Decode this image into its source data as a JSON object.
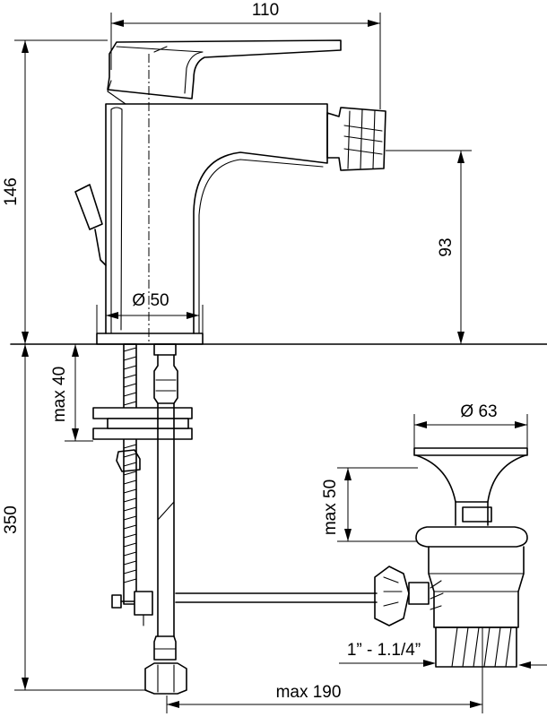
{
  "dimensions": {
    "width_110": "110",
    "height_146": "146",
    "height_93": "93",
    "diameter_50": "Ø 50",
    "max_40": "max 40",
    "height_350": "350",
    "diameter_63": "Ø 63",
    "max_50": "max 50",
    "thread": "1” - 1.1/4”",
    "max_190": "max 190"
  },
  "colors": {
    "line": "#000000",
    "background": "#ffffff"
  }
}
